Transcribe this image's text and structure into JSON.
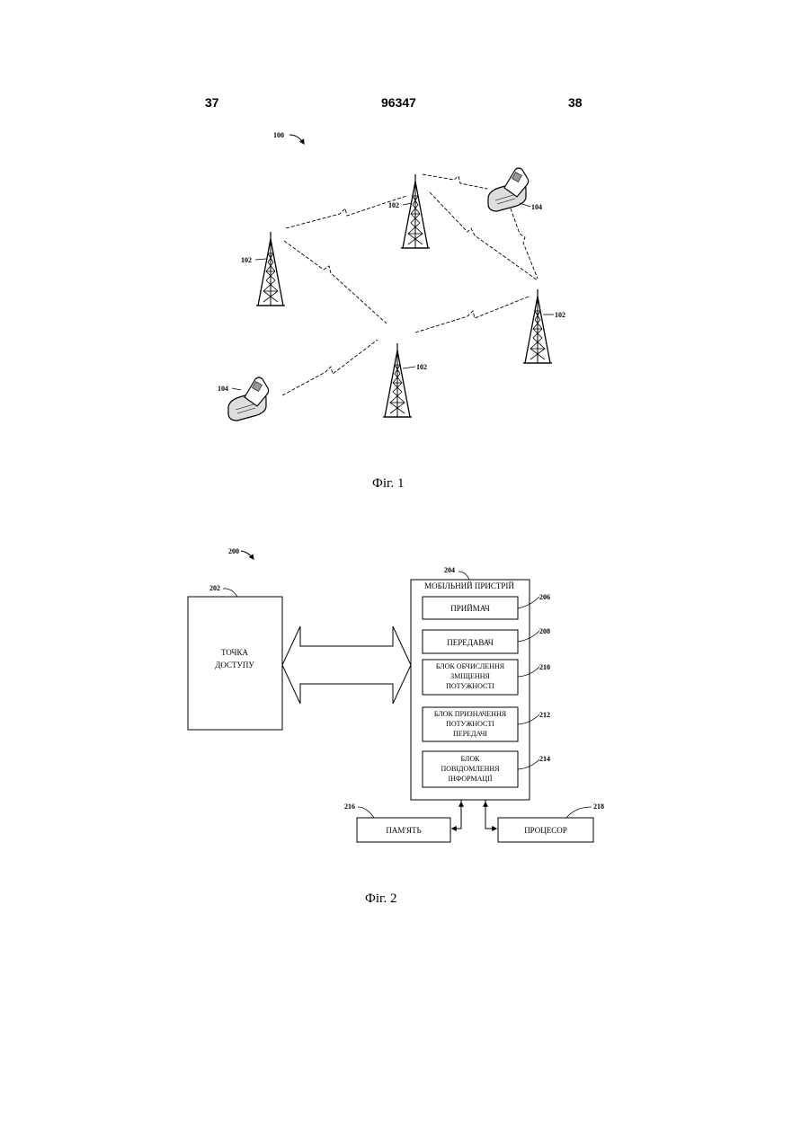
{
  "header": {
    "page_left": "37",
    "doc_number": "96347",
    "page_right": "38"
  },
  "fig1": {
    "caption": "Фіг. 1",
    "system_ref": "100",
    "tower_refs": [
      "102",
      "102",
      "102",
      "102"
    ],
    "device_refs": [
      "104",
      "104"
    ]
  },
  "fig2": {
    "caption": "Фіг. 2",
    "system_ref": "200",
    "access_point": {
      "ref": "202",
      "line1": "ТОЧКА",
      "line2": "ДОСТУПУ"
    },
    "mobile_device": {
      "ref": "204",
      "title": "МОБІЛЬНИЙ ПРИСТРІЙ"
    },
    "receiver": {
      "ref": "206",
      "label": "ПРИЙМАЧ"
    },
    "transmitter": {
      "ref": "208",
      "label": "ПЕРЕДАВАЧ"
    },
    "offset_calc": {
      "ref": "210",
      "line1": "БЛОК ОБЧИСЛЕННЯ",
      "line2": "ЗМІЩЕННЯ",
      "line3": "ПОТУЖНОСТІ"
    },
    "power_assign": {
      "ref": "212",
      "line1": "БЛОК ПРИЗНАЧЕННЯ",
      "line2": "ПОТУЖНОСТІ",
      "line3": "ПЕРЕДАЧІ"
    },
    "info_report": {
      "ref": "214",
      "line1": "БЛОК",
      "line2": "ПОВІДОМЛЕННЯ",
      "line3": "ІНФОРМАЦІЇ"
    },
    "memory": {
      "ref": "216",
      "label": "ПАМ'ЯТЬ"
    },
    "processor": {
      "ref": "218",
      "label": "ПРОЦЕСОР"
    }
  }
}
